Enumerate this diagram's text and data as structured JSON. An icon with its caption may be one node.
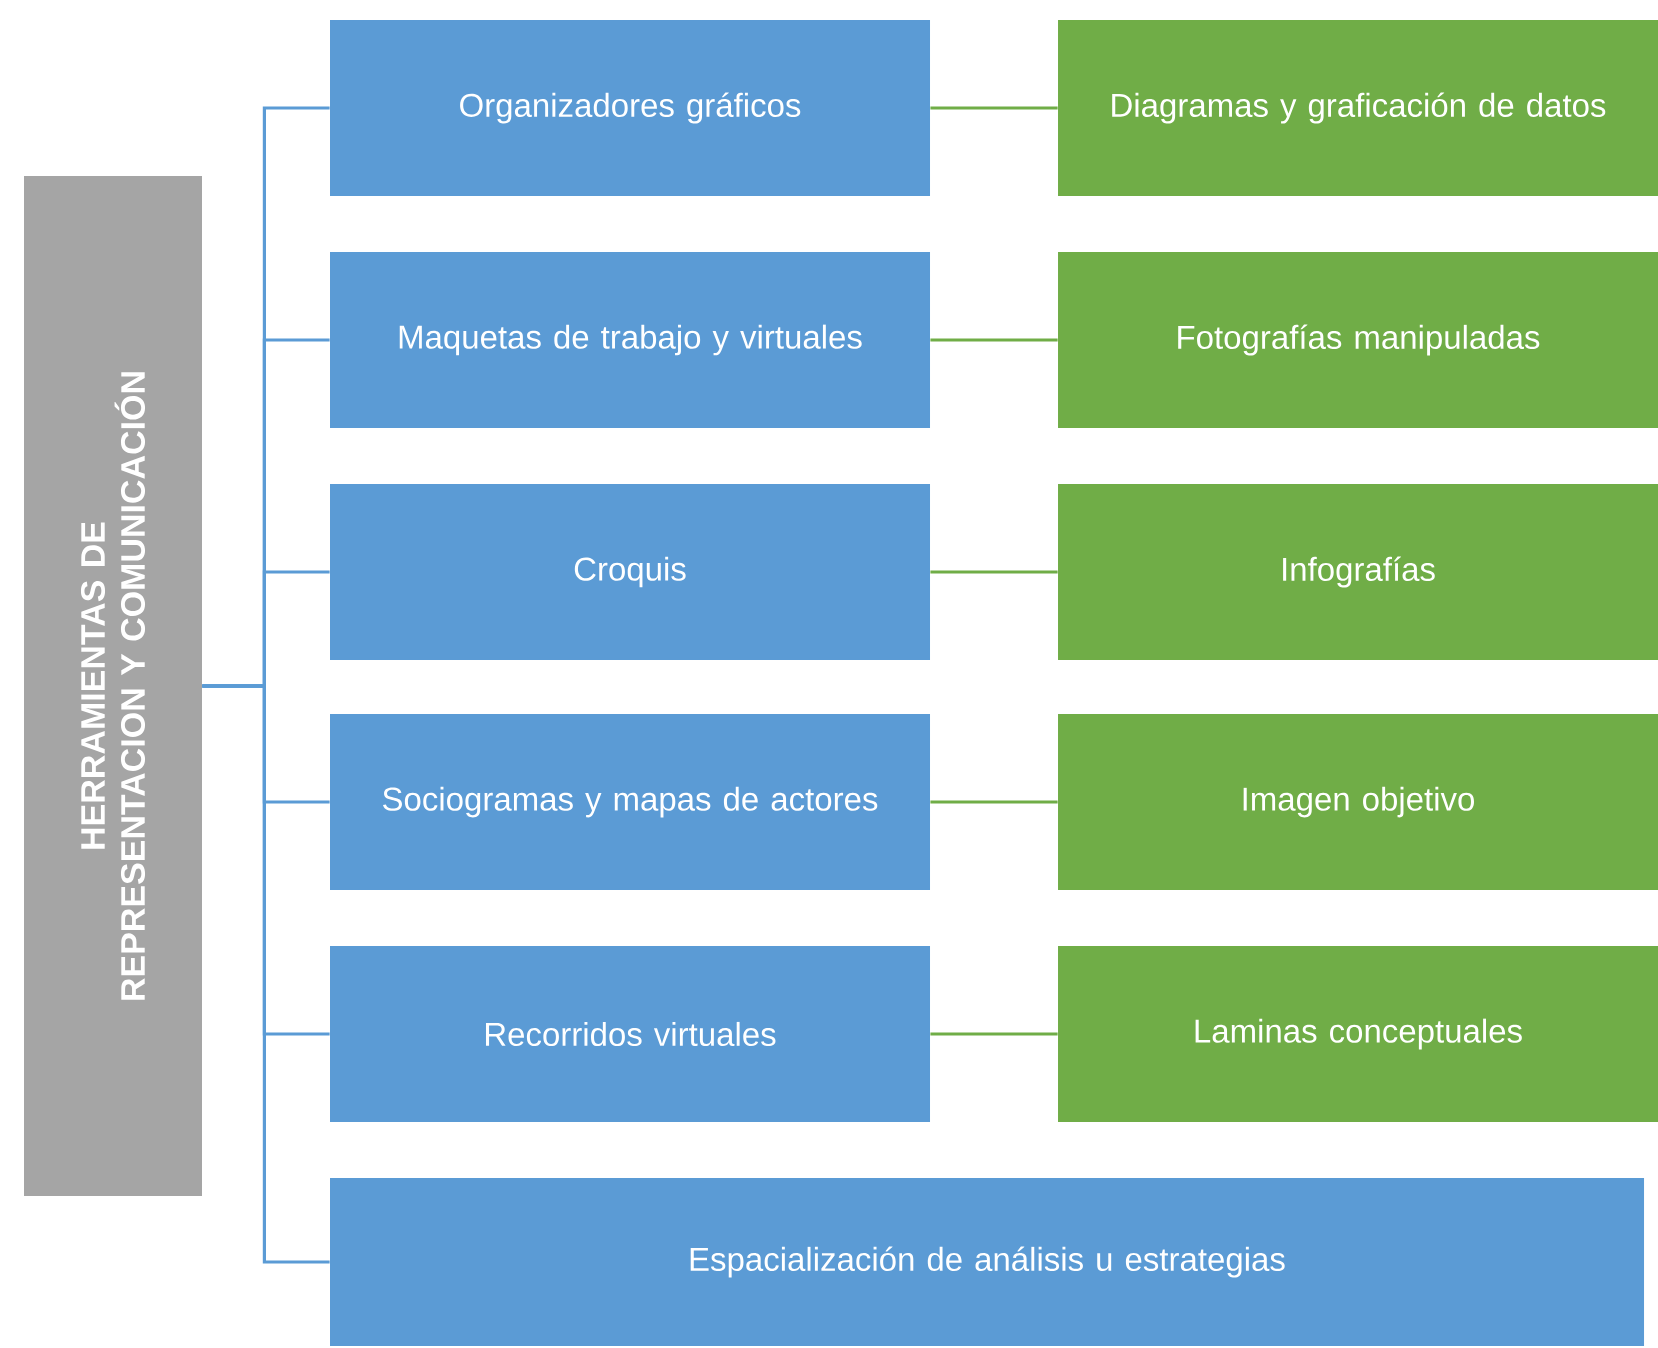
{
  "diagram": {
    "nodes": [
      {
        "text": [
          "HERRAMIENTAS DE REPRESENTACION Y COMUNICACIÓN"
        ]
      },
      {
        "text": [
          "Organizadores gráficos"
        ]
      },
      {
        "text": [
          "Diagramas y graficación de datos"
        ]
      },
      {
        "text": [
          "Maquetas de trabajo y virtuales"
        ]
      },
      {
        "text": [
          "Fotografías manipuladas"
        ]
      },
      {
        "text": [
          "Croquis"
        ]
      },
      {
        "text": [
          "Infografías"
        ]
      },
      {
        "text": [
          "Sociogramas y mapas de actores"
        ]
      },
      {
        "text": [
          "Imagen objetivo"
        ]
      },
      {
        "text": [
          "Recorridos virtuales"
        ]
      },
      {
        "text": [
          "Laminas conceptuales"
        ]
      },
      {
        "text": [
          "Espacialización de análisis u estrategias"
        ]
      }
    ],
    "edges": [
      {
        "from": 0,
        "to": 1,
        "arrow": "none"
      },
      {
        "from": 0,
        "to": 3,
        "arrow": "none"
      },
      {
        "from": 0,
        "to": 5,
        "arrow": "none"
      },
      {
        "from": 0,
        "to": 7,
        "arrow": "none"
      },
      {
        "from": 0,
        "to": 9,
        "arrow": "none"
      },
      {
        "from": 0,
        "to": 11,
        "arrow": "none"
      },
      {
        "from": 1,
        "to": 2,
        "arrow": "none",
        "color": "#70ad47"
      },
      {
        "from": 3,
        "to": 4,
        "arrow": "none",
        "color": "#70ad47"
      },
      {
        "from": 5,
        "to": 6,
        "arrow": "none",
        "color": "#70ad47"
      },
      {
        "from": 7,
        "to": 8,
        "arrow": "none",
        "color": "#70ad47"
      },
      {
        "from": 9,
        "to": 10,
        "arrow": "none",
        "color": "#70ad47"
      }
    ]
  }
}
